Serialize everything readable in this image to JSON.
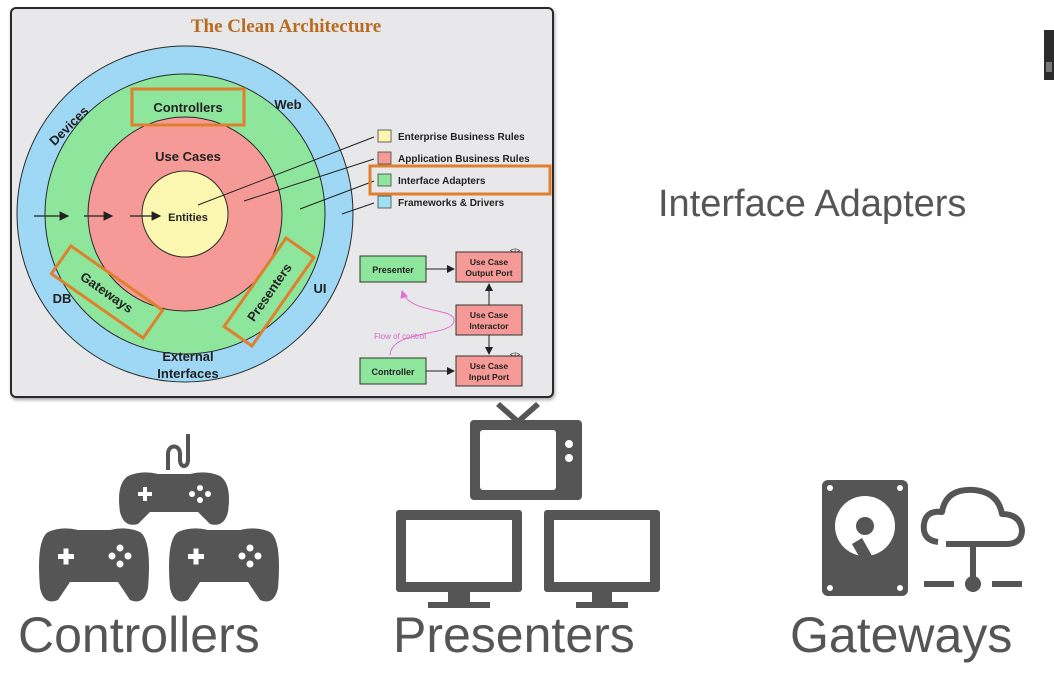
{
  "diagram": {
    "title": "The Clean Architecture",
    "rings": {
      "devices": "Devices",
      "web": "Web",
      "db": "DB",
      "ui": "UI",
      "external_line1": "External",
      "external_line2": "Interfaces",
      "controllers": "Controllers",
      "gateways": "Gateways",
      "presenters": "Presenters",
      "use_cases": "Use Cases",
      "entities": "Entities"
    },
    "legend": [
      {
        "label": "Enterprise Business Rules",
        "color": "#fbf6b0"
      },
      {
        "label": "Application Business Rules",
        "color": "#f59a96"
      },
      {
        "label": "Interface Adapters",
        "color": "#8ee59c"
      },
      {
        "label": "Frameworks & Drivers",
        "color": "#9fe0f5"
      }
    ],
    "flow": {
      "presenter": "Presenter",
      "controller": "Controller",
      "output_port_line1": "Use Case",
      "output_port_line2": "Output Port",
      "interactor_line1": "Use Case",
      "interactor_line2": "Interactor",
      "input_port_line1": "Use Case",
      "input_port_line2": "Input Port",
      "flow_of_control": "Flow of control"
    },
    "colors": {
      "outer": "#9fd8f5",
      "adapters": "#8ee59c",
      "usecases": "#f59a96",
      "entities": "#fbf6b0",
      "highlight": "#e0802e",
      "title": "#b86b1e"
    }
  },
  "slide": {
    "title": "Interface Adapters",
    "labels": {
      "controllers": "Controllers",
      "presenters": "Presenters",
      "gateways": "Gateways"
    },
    "icon_color": "#555555"
  }
}
